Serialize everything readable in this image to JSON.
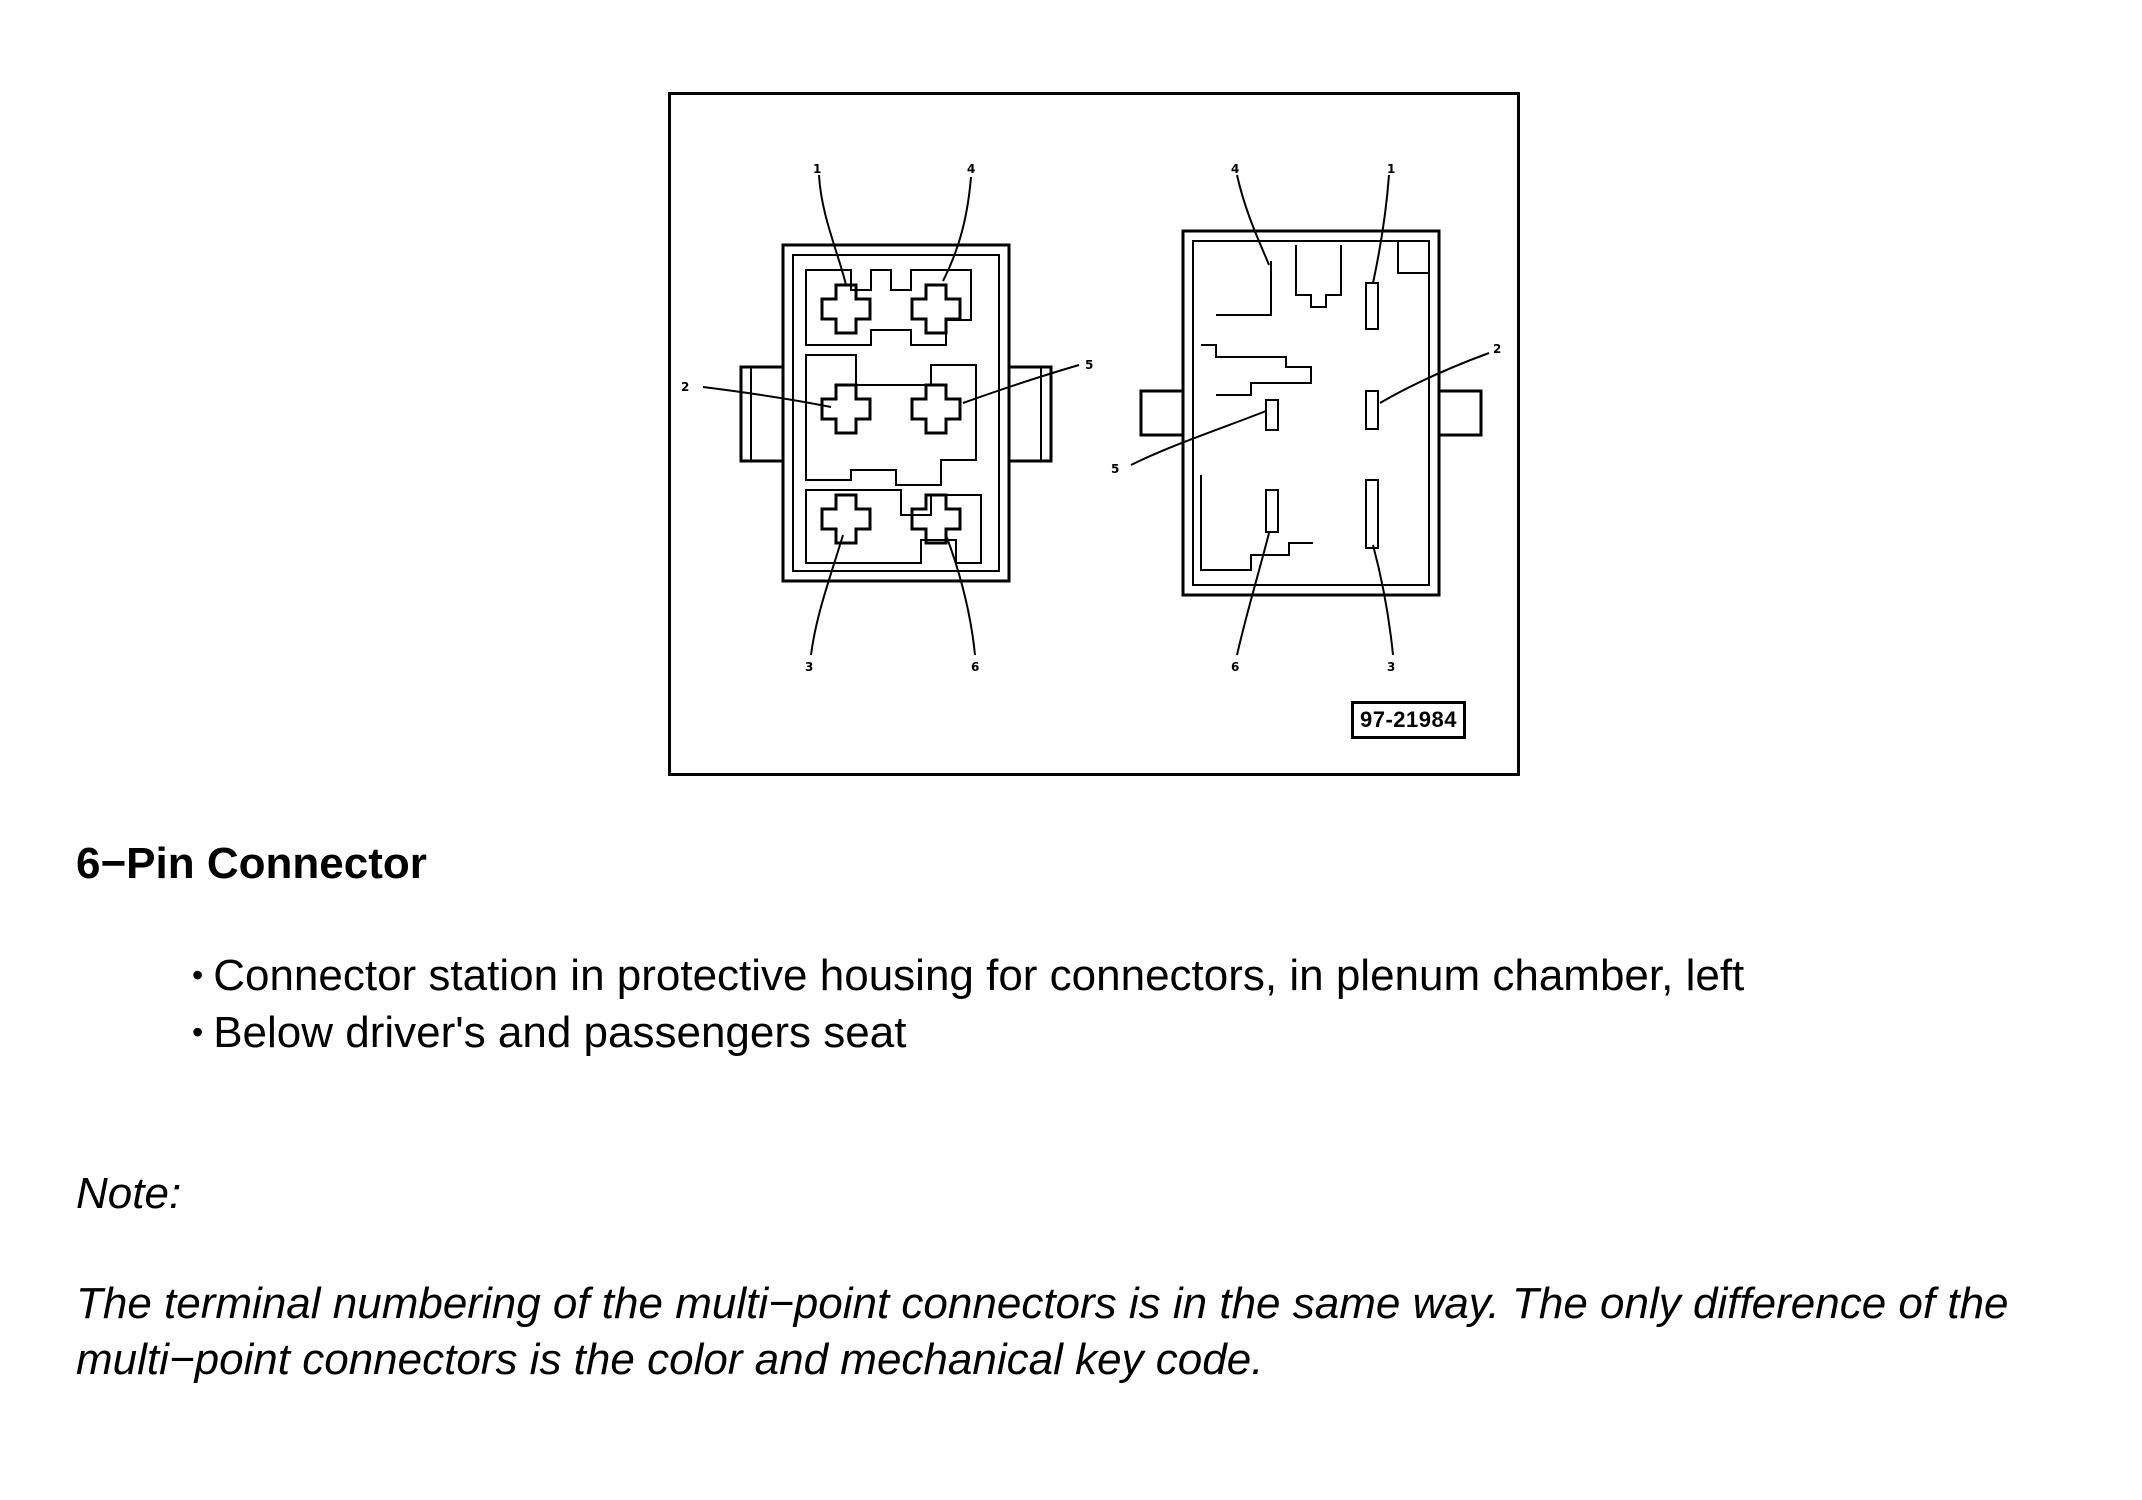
{
  "figure": {
    "id": "97-21984",
    "left_connector_labels": [
      "1",
      "4",
      "2",
      "5",
      "3",
      "6"
    ],
    "right_connector_labels": [
      "4",
      "1",
      "2",
      "5",
      "6",
      "3"
    ]
  },
  "heading": "6−Pin Connector",
  "bullets": [
    "Connector station in protective housing for connectors, in plenum chamber, left",
    "Below driver's and passengers seat"
  ],
  "note": {
    "label": "Note:",
    "text": "The terminal numbering of the multi−point connectors is in the same way. The only difference of the multi−point connectors is the color and mechanical key code."
  }
}
